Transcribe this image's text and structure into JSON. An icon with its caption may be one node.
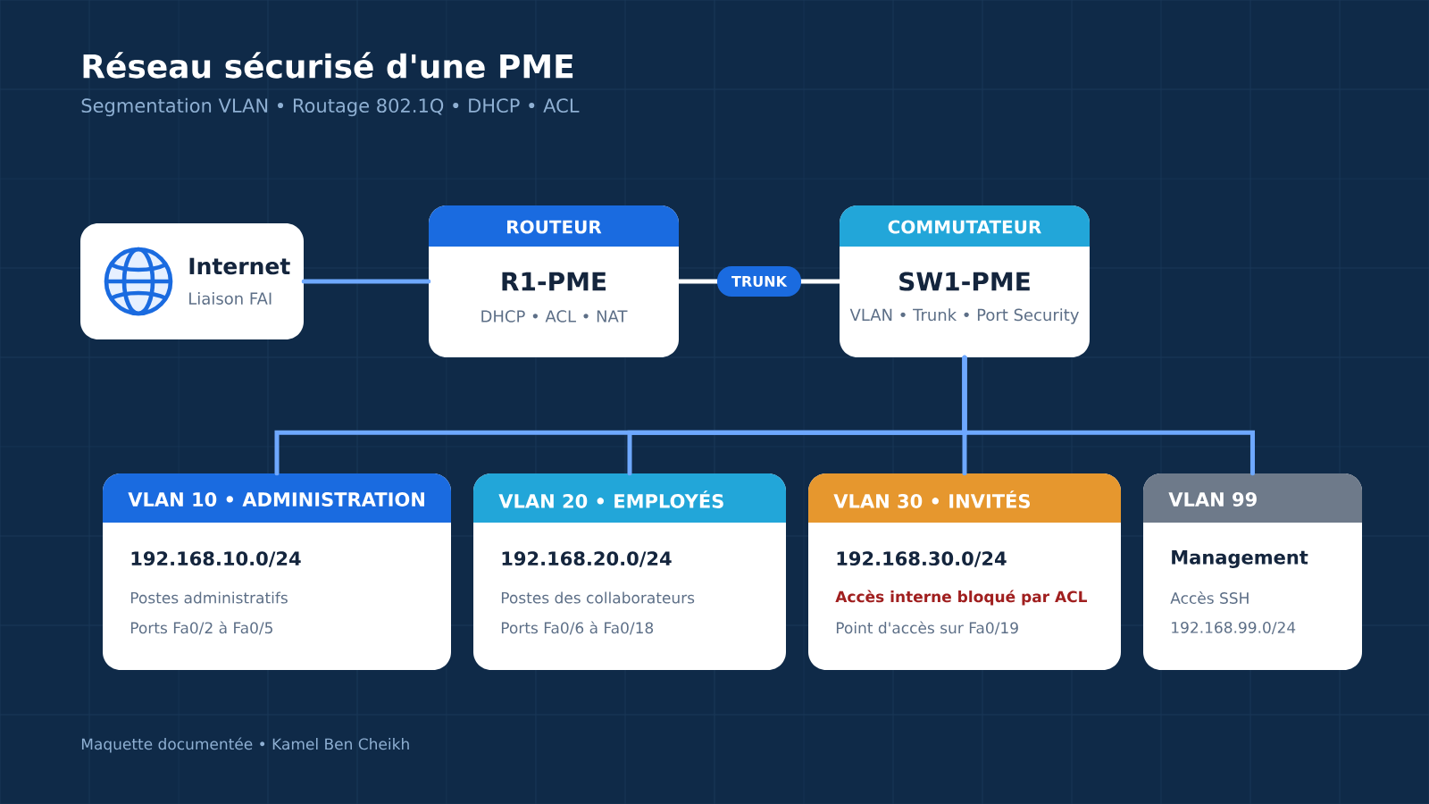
{
  "diagram": {
    "title": "Réseau sécurisé d'une PME",
    "caption": "Maquette documentée • Kamel Ben Cheikh",
    "labels": [
      "Segmentation VLAN • Routage 802.1Q • DHCP • ACL"
    ],
    "nodes": [
      {
        "text": [
          "Internet",
          "Liaison FAI"
        ]
      },
      {
        "text": [
          "ROUTEUR",
          "R1-PME",
          "DHCP • ACL • NAT"
        ]
      },
      {
        "text": [
          "COMMUTATEUR",
          "SW1-PME",
          "VLAN • Trunk • Port Security"
        ]
      },
      {
        "text": [
          "VLAN 10 • ADMINISTRATION",
          "192.168.10.0/24",
          "Postes administratifs",
          "Ports Fa0/2 à Fa0/5"
        ]
      },
      {
        "text": [
          "VLAN 20 • EMPLOYÉS",
          "192.168.20.0/24",
          "Postes des collaborateurs",
          "Ports Fa0/6 à Fa0/18"
        ]
      },
      {
        "text": [
          "VLAN 30 • INVITÉS",
          "192.168.30.0/24",
          "Accès interne bloqué par ACL",
          "Point d'accès sur Fa0/19"
        ]
      },
      {
        "text": [
          "VLAN 99",
          "Management",
          "Accès SSH",
          "192.168.99.0/24"
        ]
      }
    ],
    "edges": [
      {
        "from": 0,
        "to": 1,
        "arrow": "none"
      },
      {
        "from": 1,
        "to": 2,
        "arrow": "none",
        "label": "TRUNK",
        "color": "#ffffff"
      },
      {
        "from": 2,
        "to": 3,
        "arrow": "none"
      },
      {
        "from": 2,
        "to": 4,
        "arrow": "none"
      },
      {
        "from": 2,
        "to": 5,
        "arrow": "none"
      },
      {
        "from": 2,
        "to": 6,
        "arrow": "none"
      }
    ]
  }
}
